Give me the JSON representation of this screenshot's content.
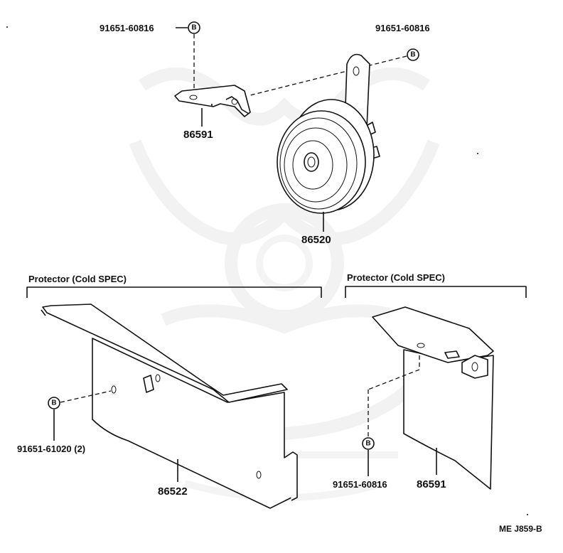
{
  "callouts": {
    "bolt_top_left": "91651-60816",
    "bolt_top_right": "91651-60816",
    "bracket_top": "86591",
    "horn": "86520",
    "bolt_left_protector": "91651-61020 (2)",
    "protector_left": "86522",
    "bolt_right_protector": "91651-60816",
    "bracket_right": "86591"
  },
  "groups": {
    "left": "Protector (Cold SPEC)",
    "right": "Protector (Cold SPEC)"
  },
  "badge_letter": "B",
  "reference_code": "ME J859-B"
}
